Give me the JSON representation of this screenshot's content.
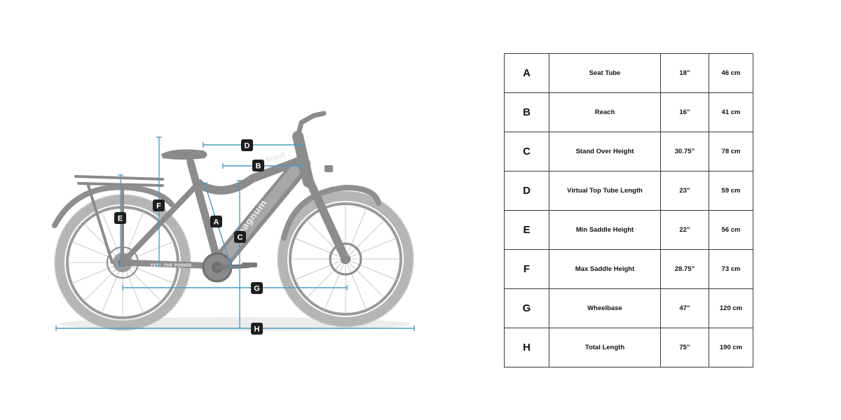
{
  "brand": {
    "name": "magnum",
    "model": "Scout",
    "tagline": "FEEL THE POWER"
  },
  "colors": {
    "dimension_line": "#4a9cc4",
    "label_badge": "#1e1e1e",
    "bike_body": "#8c8c8c",
    "tire": "#b5b5b5",
    "table_border": "#3a3a3a"
  },
  "labels": [
    "A",
    "B",
    "C",
    "D",
    "E",
    "F",
    "G",
    "H"
  ],
  "geometry": [
    {
      "letter": "A",
      "name": "Seat Tube",
      "inches": "18”",
      "cm": "46 cm"
    },
    {
      "letter": "B",
      "name": "Reach",
      "inches": "16”",
      "cm": "41 cm"
    },
    {
      "letter": "C",
      "name": "Stand Over Height",
      "inches": "30.75”",
      "cm": "78 cm"
    },
    {
      "letter": "D",
      "name": "Virtual Top Tube Length",
      "inches": "23”",
      "cm": "59 cm"
    },
    {
      "letter": "E",
      "name": "Min Saddle Height",
      "inches": "22”",
      "cm": "56 cm"
    },
    {
      "letter": "F",
      "name": "Max Saddle Height",
      "inches": "28.75”",
      "cm": "73 cm"
    },
    {
      "letter": "G",
      "name": "Wheelbase",
      "inches": "47”",
      "cm": "120 cm"
    },
    {
      "letter": "H",
      "name": "Total Length",
      "inches": "75”",
      "cm": "190 cm"
    }
  ]
}
